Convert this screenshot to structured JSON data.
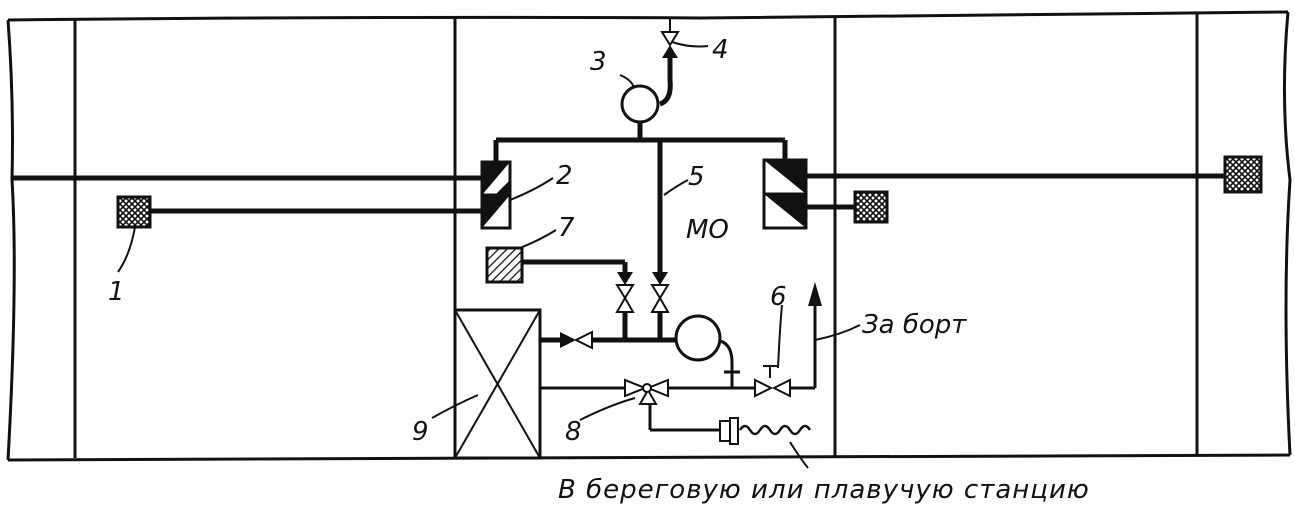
{
  "diagram": {
    "labels": {
      "l1": "1",
      "l2": "2",
      "l3": "3",
      "l4": "4",
      "l5": "5",
      "l6": "6",
      "l7": "7",
      "l8": "8",
      "l9": "9",
      "engine_room": "МО",
      "overboard": "За борт",
      "caption": "В береговую или плавучую станцию"
    }
  }
}
